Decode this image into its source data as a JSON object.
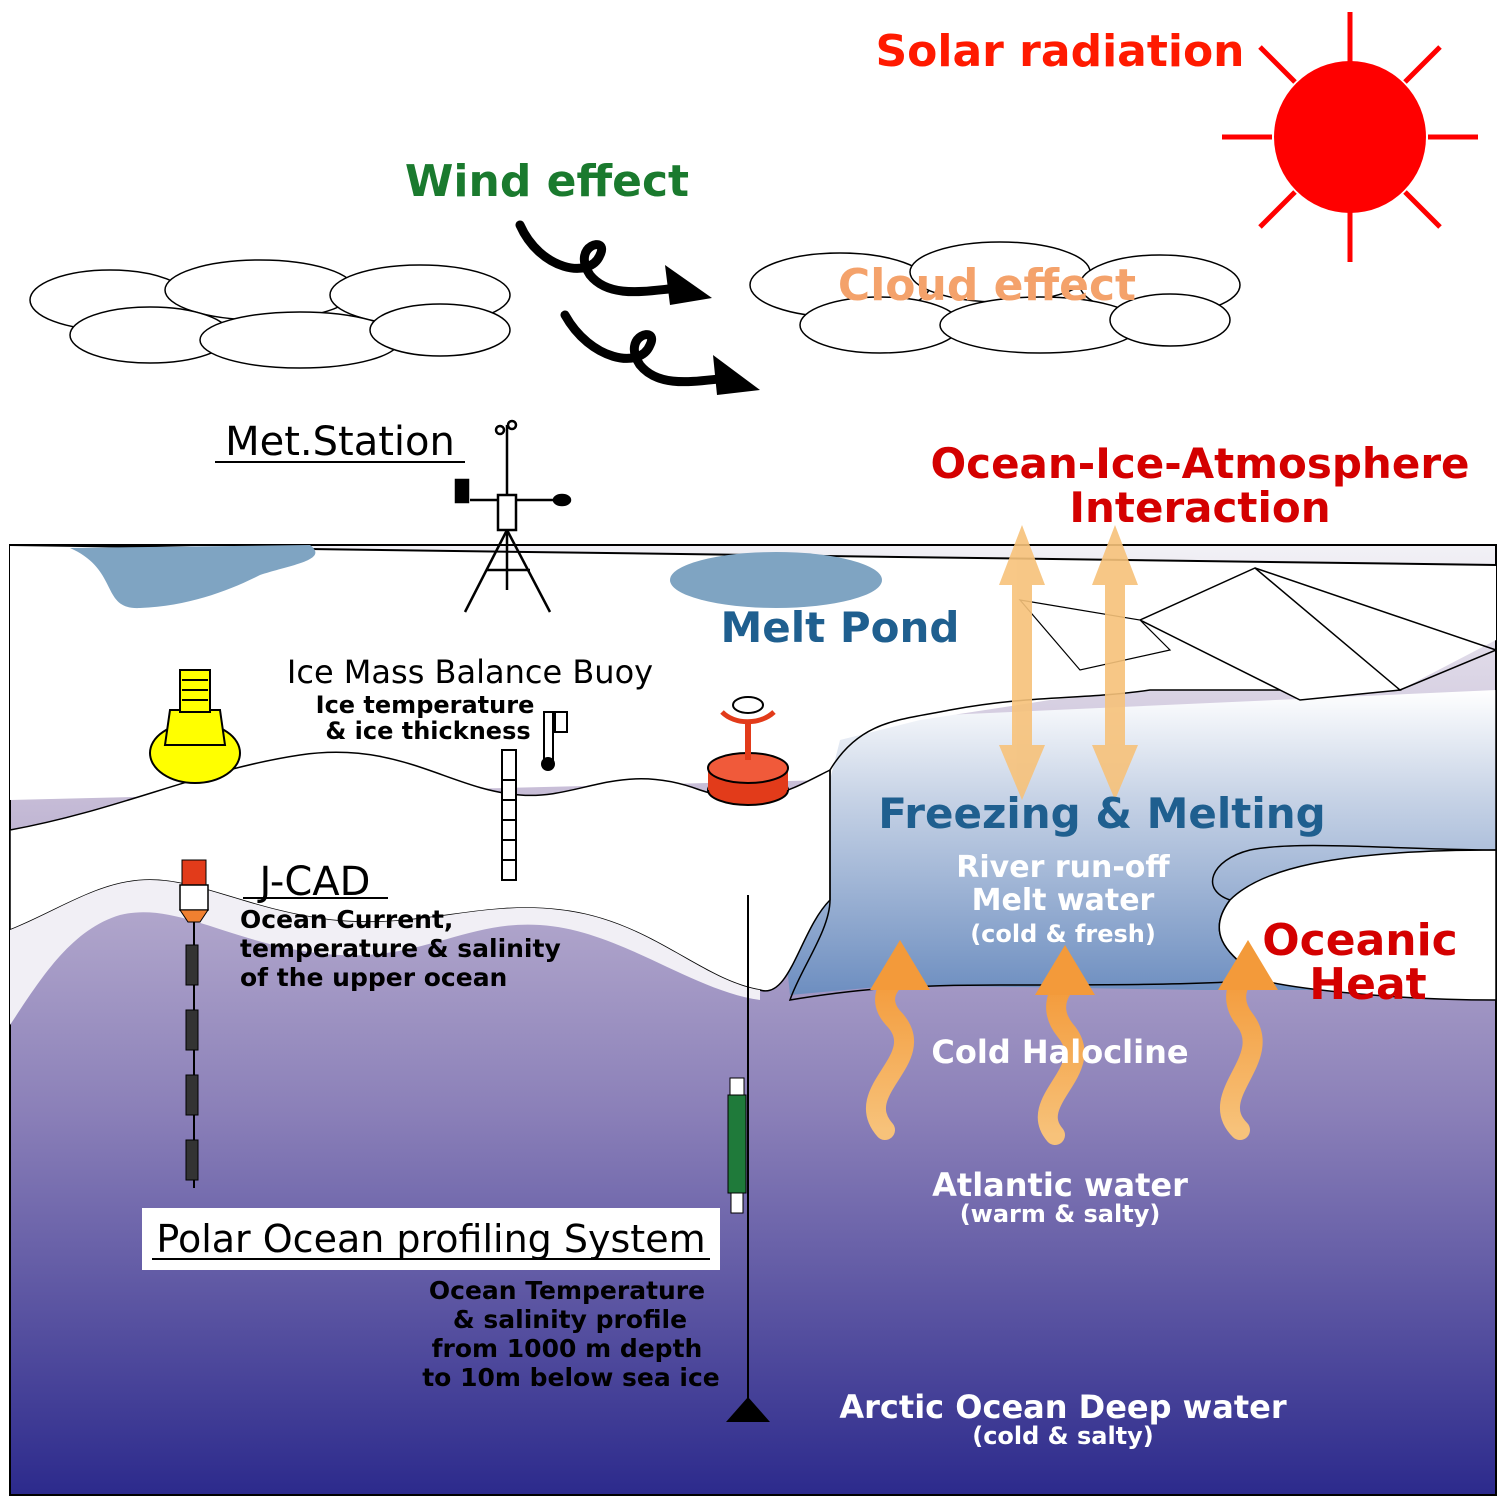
{
  "colors": {
    "red_label": "#d40000",
    "sun": "#ff0000",
    "wind_label": "#1a7a2e",
    "cloud_label": "#f4a26b",
    "blue_label": "#1f5f8f",
    "melt_pond": "#7fa4c2",
    "arrow_orange": "#f5a244",
    "ocean_top": "#e8e6f0",
    "ocean_bottom": "#2a2a8a"
  },
  "labels": {
    "solar": "Solar radiation",
    "wind": "Wind effect",
    "cloud": "Cloud effect",
    "met_station": "Met.Station",
    "interaction_1": "Ocean-Ice-Atmosphere",
    "interaction_2": "Interaction",
    "melt_pond": "Melt Pond",
    "imb_title": "Ice Mass Balance Buoy",
    "imb_sub_1": "Ice temperature",
    "imb_sub_2": "& ice thickness",
    "freezing": "Freezing & Melting",
    "river_1": "River run-off",
    "river_2": "Melt water",
    "river_3": "(cold & fresh)",
    "oceanic_1": "Oceanic",
    "oceanic_2": "Heat",
    "jcad": "J-CAD",
    "jcad_sub_1": "Ocean Current,",
    "jcad_sub_2": "temperature & salinity",
    "jcad_sub_3": "of the upper ocean",
    "halocline": "Cold Halocline",
    "atlantic_1": "Atlantic water",
    "atlantic_2": "(warm & salty)",
    "pops": "Polar Ocean profiling System",
    "pops_sub_1": "Ocean Temperature",
    "pops_sub_2": "& salinity profile",
    "pops_sub_3": "from 1000 m depth",
    "pops_sub_4": "to 10m below sea ice",
    "deep_1": "Arctic Ocean Deep water",
    "deep_2": "(cold & salty)"
  }
}
